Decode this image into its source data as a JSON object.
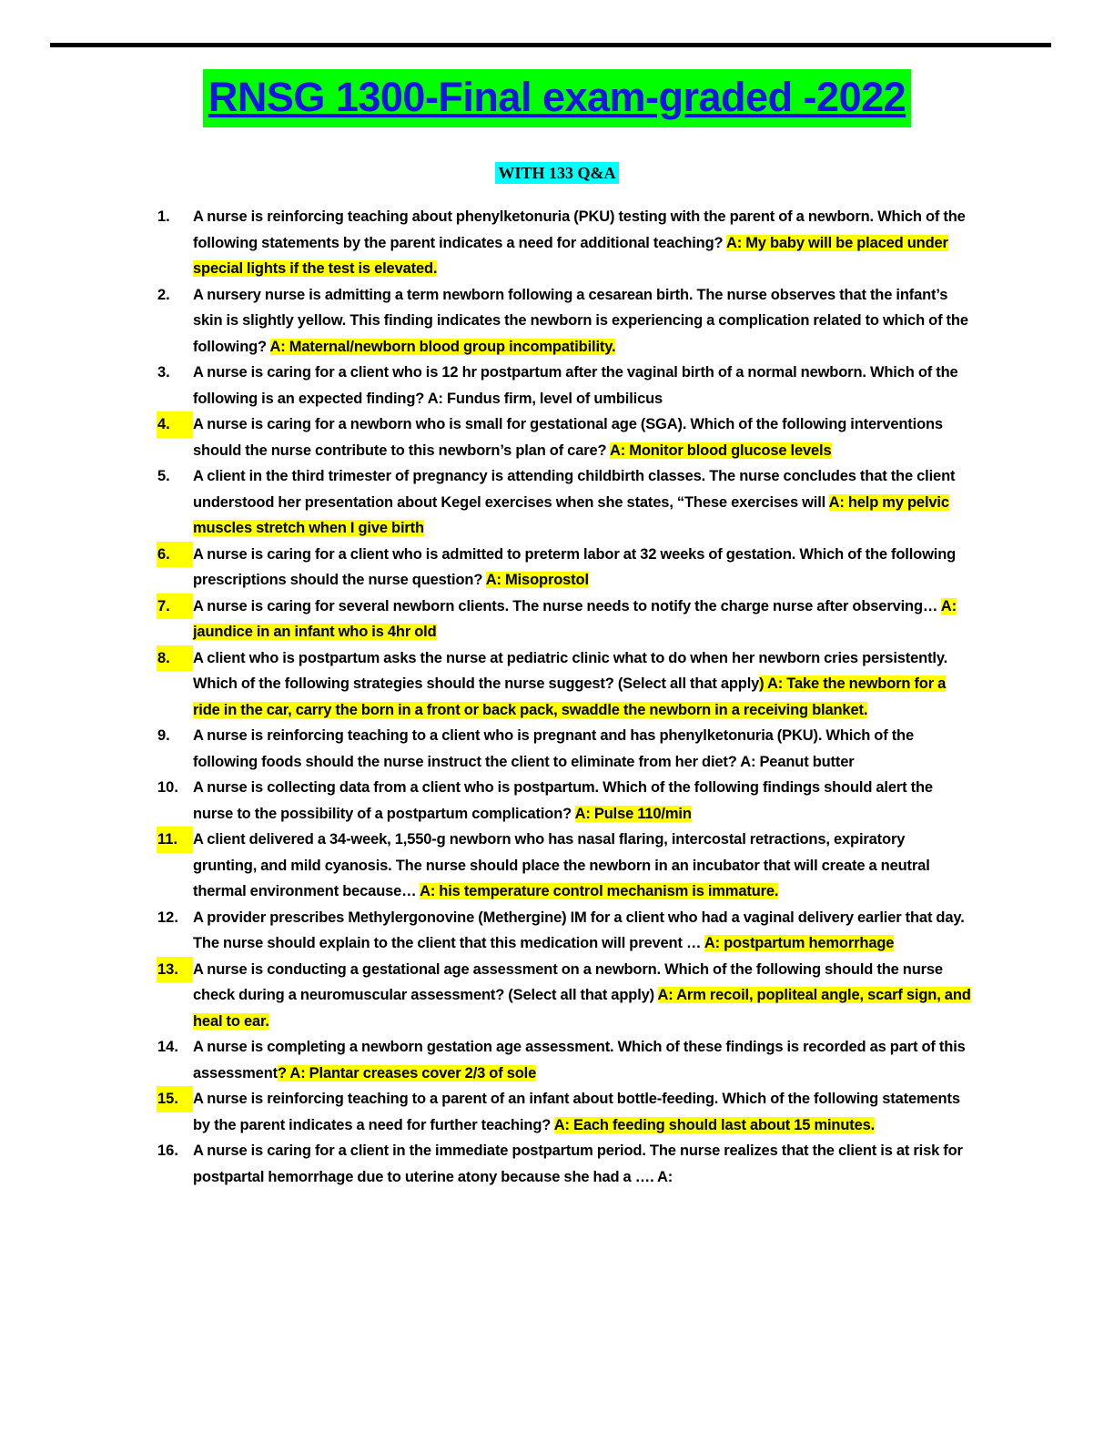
{
  "document": {
    "title": "RNSG 1300-Final exam-graded -2022",
    "subtitle": "WITH 133 Q&A",
    "colors": {
      "title_text": "#1616e0",
      "title_highlight": "#00ff00",
      "subtitle_highlight": "#00ffff",
      "answer_highlight": "#ffff00",
      "rule": "#000000",
      "body_text": "#000000"
    }
  },
  "questions": [
    {
      "number": "1.",
      "number_highlighted": false,
      "segments": [
        {
          "text": "A nurse is reinforcing teaching about phenylketonuria (PKU) testing with the parent of a newborn. Which of the following statements by the parent indicates a need for additional teaching? ",
          "highlight": false
        },
        {
          "text": "A: My baby will be placed under special lights if the test is elevated.",
          "highlight": true
        }
      ]
    },
    {
      "number": "2.",
      "number_highlighted": false,
      "segments": [
        {
          "text": "A nursery nurse is admitting a term newborn following a cesarean birth. The nurse observes that the infant’s skin is slightly yellow. This finding indicates the newborn is experiencing a complication related to which of the following? ",
          "highlight": false
        },
        {
          "text": "A: Maternal/newborn blood group incompatibility.",
          "highlight": true
        }
      ]
    },
    {
      "number": "3.",
      "number_highlighted": false,
      "segments": [
        {
          "text": "A nurse is caring for a client who is 12 hr postpartum after the vaginal birth of a normal newborn. Which of the following is an expected finding? A: Fundus firm, level of umbilicus",
          "highlight": false
        }
      ]
    },
    {
      "number": "4.",
      "number_highlighted": true,
      "segments": [
        {
          "text": "A nurse is caring for a newborn who is small for gestational age (SGA). Which of the following interventions should the nurse contribute to this newborn’s plan of care? ",
          "highlight": false
        },
        {
          "text": "A: Monitor blood glucose levels",
          "highlight": true
        }
      ]
    },
    {
      "number": "5.",
      "number_highlighted": false,
      "segments": [
        {
          "text": "A client in the third trimester of pregnancy is attending childbirth classes. The nurse concludes that the client understood her presentation about Kegel exercises when she states, “These exercises will ",
          "highlight": false
        },
        {
          "text": "A: help my pelvic muscles stretch when I give birth",
          "highlight": true
        }
      ]
    },
    {
      "number": "6.",
      "number_highlighted": true,
      "segments": [
        {
          "text": "A nurse is caring for a client who is admitted to preterm labor at 32 weeks of gestation. Which of the following prescriptions should the nurse question? ",
          "highlight": false
        },
        {
          "text": "A: Misoprostol",
          "highlight": true
        }
      ]
    },
    {
      "number": "7.",
      "number_highlighted": true,
      "segments": [
        {
          "text": "A nurse is caring for several newborn clients. The nurse needs to notify the charge nurse after observing… ",
          "highlight": false
        },
        {
          "text": "A: jaundice in an infant who is 4hr old",
          "highlight": true
        }
      ]
    },
    {
      "number": "8.",
      "number_highlighted": true,
      "segments": [
        {
          "text": "A client who is postpartum asks the nurse at pediatric clinic what to do when her newborn cries persistently. Which of the following strategies should the nurse suggest? (Select all that apply",
          "highlight": false
        },
        {
          "text": ") A: Take the newborn for a ride in the car, carry the born in a front or back pack, swaddle the newborn in a receiving blanket.",
          "highlight": true
        }
      ]
    },
    {
      "number": "9.",
      "number_highlighted": false,
      "segments": [
        {
          "text": "A nurse is reinforcing teaching to a client who is pregnant and has phenylketonuria (PKU). Which of the following foods should the nurse instruct the client to eliminate from her diet? A: Peanut butter",
          "highlight": false
        }
      ]
    },
    {
      "number": "10.",
      "number_highlighted": false,
      "segments": [
        {
          "text": "A nurse is collecting data from a client who is postpartum. Which of the following findings should alert the nurse to the possibility of a postpartum complication? ",
          "highlight": false
        },
        {
          "text": "A: Pulse 110/min",
          "highlight": true
        }
      ]
    },
    {
      "number": "11.",
      "number_highlighted": true,
      "segments": [
        {
          "text": "A client delivered a 34-week, 1,550-g newborn who has nasal flaring, intercostal retractions, expiratory grunting, and mild cyanosis. The nurse should place the newborn in an incubator that will create a neutral thermal environment because… ",
          "highlight": false
        },
        {
          "text": "A: his temperature control mechanism is immature.",
          "highlight": true
        }
      ]
    },
    {
      "number": "12.",
      "number_highlighted": false,
      "segments": [
        {
          "text": "A provider prescribes Methylergonovine (Methergine) IM for a client who had a vaginal delivery earlier that day. The nurse should explain to the client that this medication will prevent … ",
          "highlight": false
        },
        {
          "text": "A: postpartum hemorrhage",
          "highlight": true
        }
      ]
    },
    {
      "number": "13.",
      "number_highlighted": true,
      "segments": [
        {
          "text": "A nurse is conducting a gestational age assessment on a newborn. Which of the following should the nurse check during a neuromuscular assessment? (Select all that apply) ",
          "highlight": false
        },
        {
          "text": "A: Arm recoil, popliteal angle, scarf sign, and heal to ear.",
          "highlight": true
        }
      ]
    },
    {
      "number": "14.",
      "number_highlighted": false,
      "segments": [
        {
          "text": "A nurse is completing a newborn gestation age assessment. Which of these findings is recorded as part of this assessment",
          "highlight": false
        },
        {
          "text": "? A: Plantar creases cover 2/3 of sole",
          "highlight": true
        }
      ]
    },
    {
      "number": "15.",
      "number_highlighted": true,
      "segments": [
        {
          "text": "A nurse is reinforcing teaching to a parent of an infant about bottle-feeding. Which of the following statements by the parent indicates a need for further teaching? ",
          "highlight": false
        },
        {
          "text": "A: Each feeding should last about 15 minutes.",
          "highlight": true
        }
      ]
    },
    {
      "number": "16.",
      "number_highlighted": false,
      "segments": [
        {
          "text": "A nurse is caring for a client in the immediate postpartum period. The nurse realizes that the client is at risk for postpartal hemorrhage due to uterine atony because she had a …. A:",
          "highlight": false
        }
      ]
    }
  ]
}
